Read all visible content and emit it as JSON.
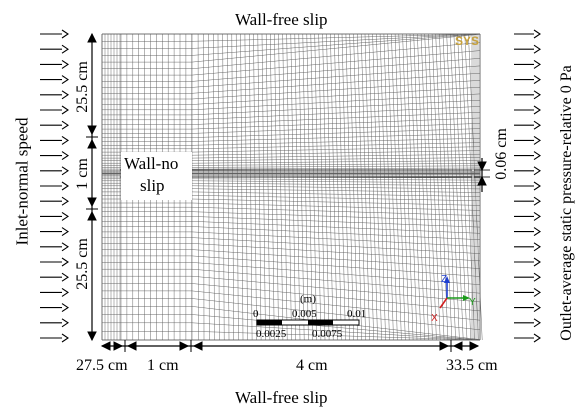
{
  "diagram": {
    "top_boundary": "Wall-free slip",
    "bottom_boundary": "Wall-free slip",
    "inlet": "Inlet-normal speed",
    "outlet": "Outlet-average static pressure-relative 0 Pa",
    "plate_label_1": "Wall-no",
    "plate_label_2": "slip",
    "dim_top": "25.5 cm",
    "dim_mid": "1 cm",
    "dim_bottom": "25.5 cm",
    "dim_thickness": "0.06 cm",
    "dim_x1": "27.5 cm",
    "dim_x2": "1 cm",
    "dim_x3": "4 cm",
    "dim_x4": "33.5 cm",
    "logo": "SYS"
  },
  "scale_bar": {
    "unit": "(m)",
    "ticks_top": [
      "0",
      "0.005",
      "0.01"
    ],
    "ticks_bottom": [
      "0.0025",
      "0.0075"
    ]
  },
  "triad": {
    "z": "Z",
    "x": "X",
    "y": "Y"
  },
  "colors": {
    "mesh_line": "#5a5a5a",
    "logo": "#c8a23c",
    "triad_z": "#1f3fd0",
    "triad_y": "#1a9a1a",
    "triad_x": "#d22020"
  }
}
